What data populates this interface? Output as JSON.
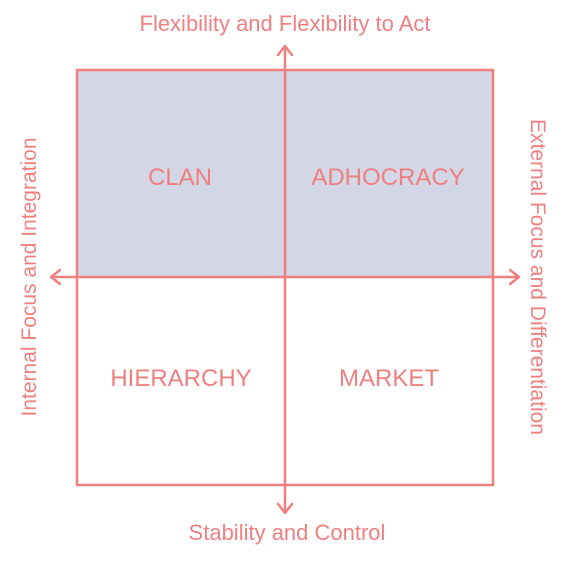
{
  "axes": {
    "top": "Flexibility and Flexibility to Act",
    "bottom": "Stability and Control",
    "left": "Internal Focus and Integration",
    "right": "External Focus and Differentiation"
  },
  "quadrants": {
    "top_left": "CLAN",
    "top_right": "ADHOCRACY",
    "bottom_left": "HIERARCHY",
    "bottom_right": "MARKET"
  },
  "colors": {
    "accent": "#F07F80",
    "upper_fill": "#D3D6E4",
    "background": "#FFFFFF"
  }
}
